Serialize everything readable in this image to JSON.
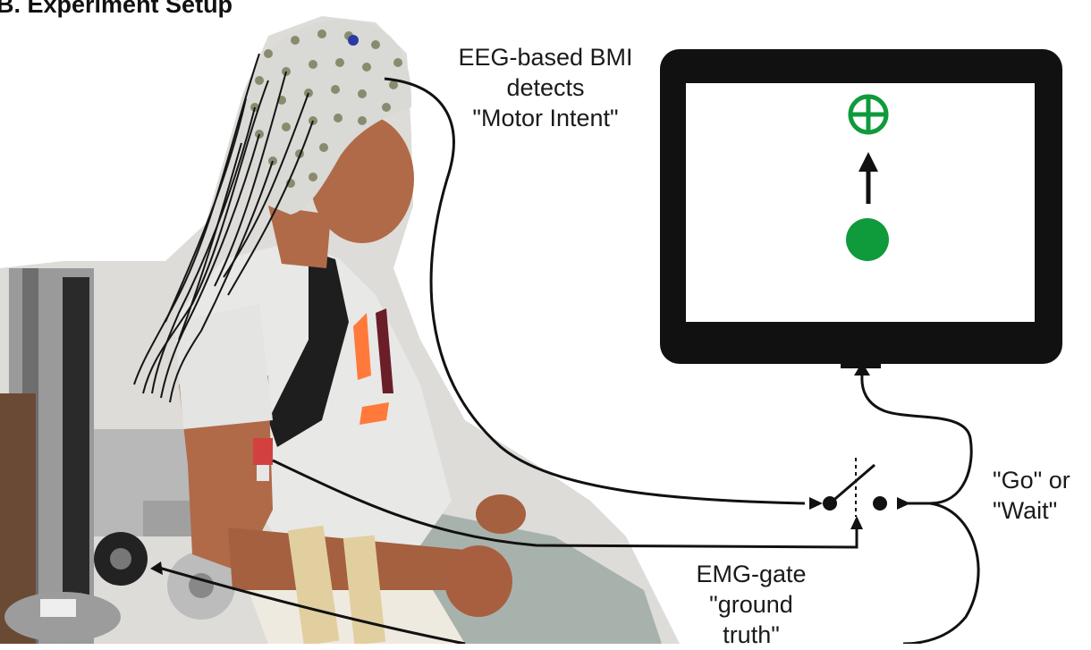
{
  "panel_title": "B. Experiment Setup",
  "eeg_label": {
    "line1": "EEG-based BMI",
    "line2": "detects",
    "line3": "\"Motor Intent\""
  },
  "go_label": {
    "line1": "\"Go\" or",
    "line2": "\"Wait\""
  },
  "emg_label": {
    "line1": "EMG-gate",
    "line2": "\"ground",
    "line3": "truth\""
  },
  "colors": {
    "target_green": "#0f9a3c",
    "monitor_frame": "#111111",
    "wire": "#111111",
    "skin": "#b06a48",
    "shirt": "#e8e8e6"
  },
  "icons": {
    "target": "crosshair-circle-icon",
    "cursor": "filled-circle-icon",
    "arrow": "up-arrow-icon",
    "switch": "switch-gate-icon"
  }
}
